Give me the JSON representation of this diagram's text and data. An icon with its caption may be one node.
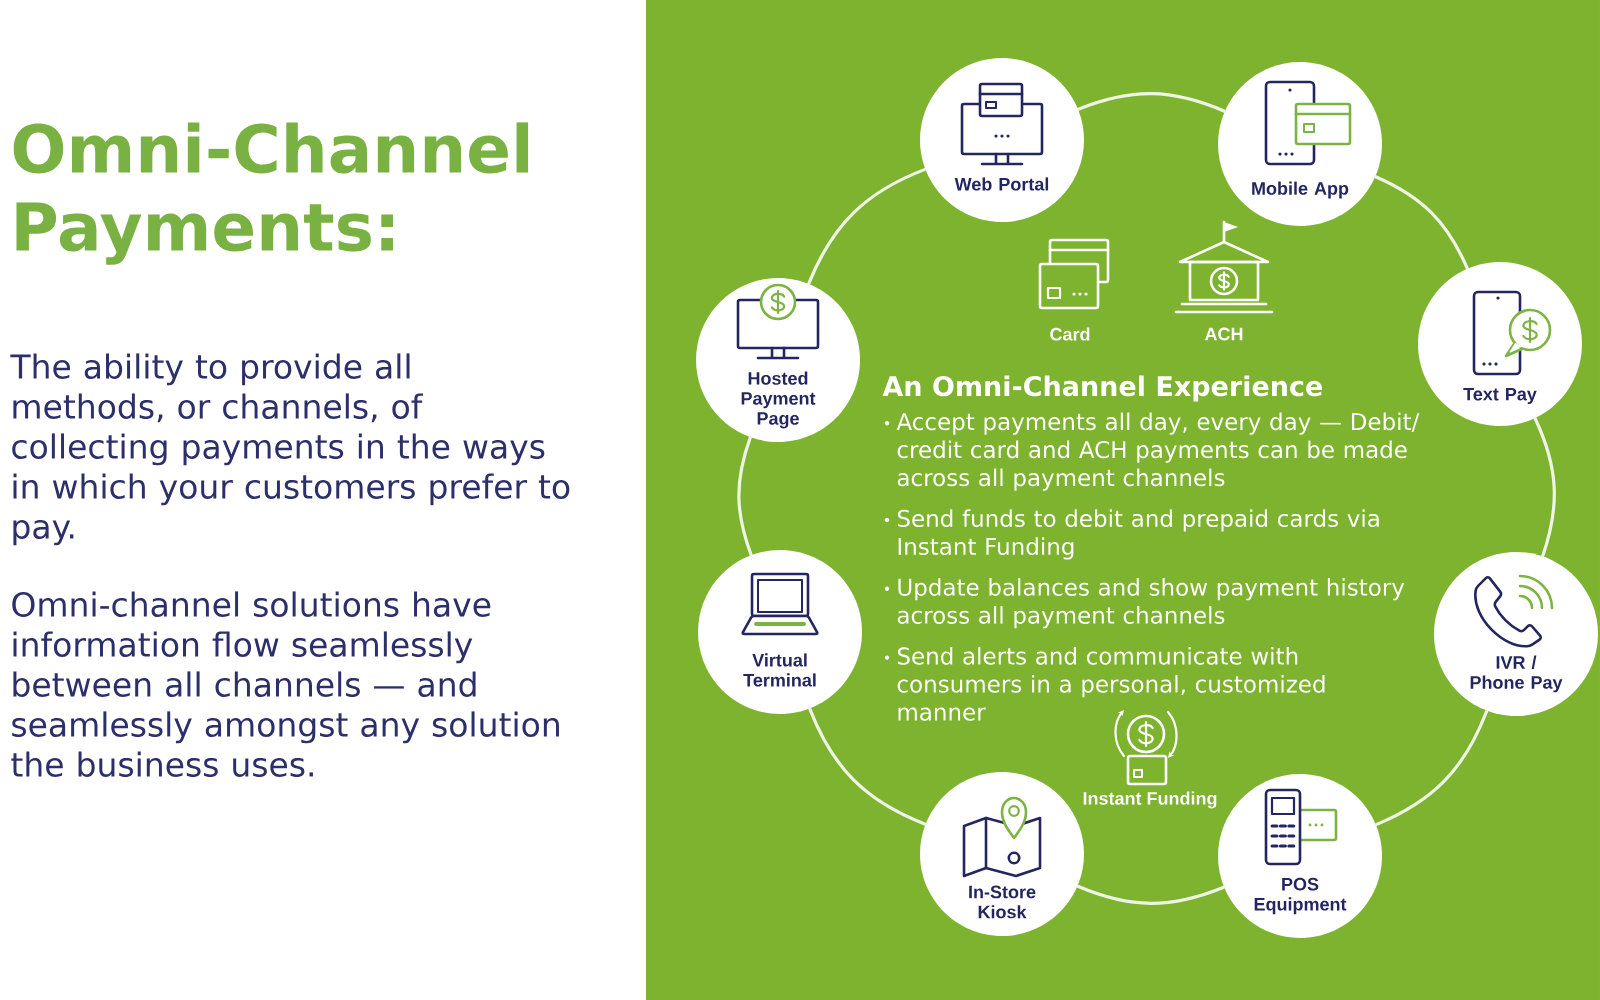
{
  "diagram": {
    "title": "Omni-Channel Payments:",
    "nodes": [
      {
        "text": [
          "Web Portal"
        ]
      },
      {
        "text": [
          "Mobile App"
        ]
      },
      {
        "text": [
          "Hosted Payment Page"
        ]
      },
      {
        "text": [
          "Text Pay"
        ]
      },
      {
        "text": [
          "Virtual Terminal"
        ]
      },
      {
        "text": [
          "IVR / Phone Pay"
        ]
      },
      {
        "text": [
          "In-Store Kiosk"
        ]
      },
      {
        "text": [
          "POS Equipment"
        ]
      }
    ],
    "edges": [
      {
        "from": 0,
        "to": 1,
        "arrow": "none"
      },
      {
        "from": 1,
        "to": 3,
        "arrow": "none"
      },
      {
        "from": 3,
        "to": 5,
        "arrow": "none"
      },
      {
        "from": 5,
        "to": 7,
        "arrow": "none"
      },
      {
        "from": 7,
        "to": 6,
        "arrow": "none"
      },
      {
        "from": 6,
        "to": 4,
        "arrow": "none"
      },
      {
        "from": 4,
        "to": 2,
        "arrow": "none"
      },
      {
        "from": 2,
        "to": 0,
        "arrow": "none"
      }
    ],
    "labels": [
      "The ability to provide all methods, or channels, of collecting payments in the ways in which your customers prefer to pay.",
      "Omni-channel solutions have information flow seamlessly between all channels — and seamlessly amongst any solution the business uses.",
      "Card",
      "ACH",
      "An Omni-Channel Experience",
      "Accept payments all day, every day — Debit/ credit card and ACH payments can be made across all payment channels",
      "Send funds to debit and prepaid cards via Instant Funding",
      "Update balances and show payment history across all payment channels",
      "Send alerts and communicate with consumers in a personal, customized manner",
      "Instant Funding"
    ]
  }
}
